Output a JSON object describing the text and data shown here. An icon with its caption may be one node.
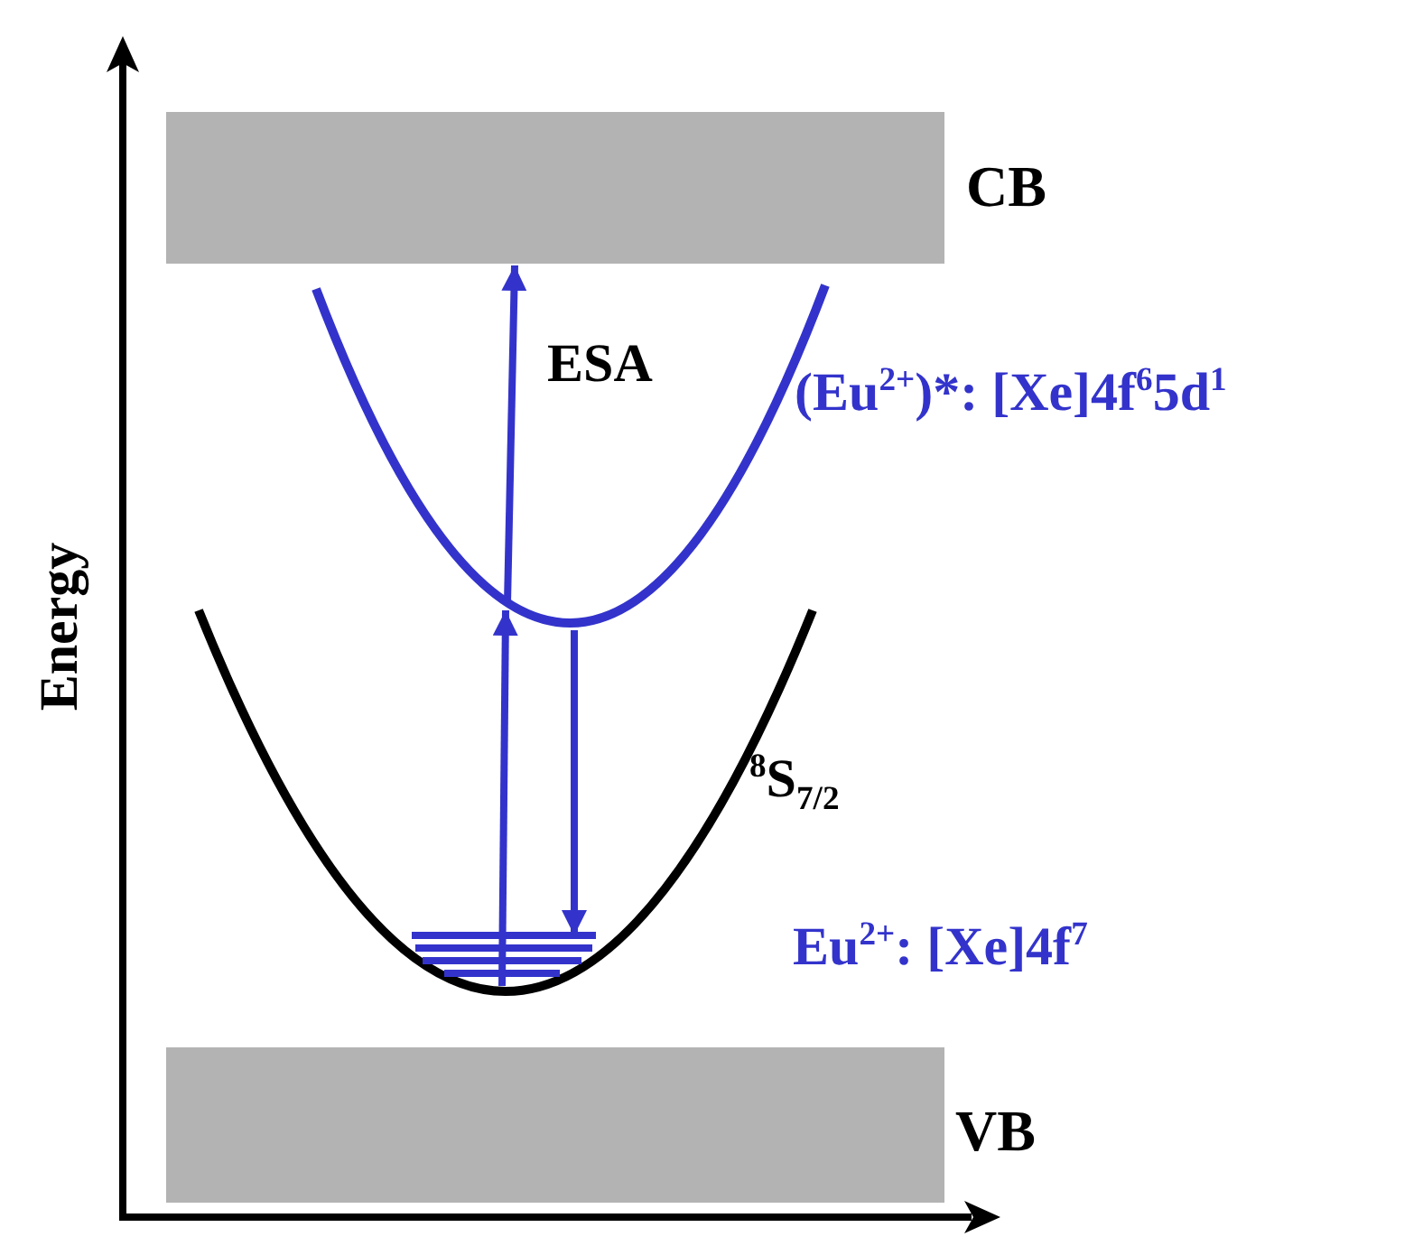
{
  "diagram": {
    "nodes": [
      {
        "text": [
          "CB"
        ]
      },
      {
        "text": [
          "(Eu$^{2+}$)*: [Xe]4f$^{6}$5d$^{1}$"
        ]
      },
      {
        "text": [
          "$^{8}$S$_{7/2}$",
          "Eu$^{2+}$: [Xe]4f$^{7}$"
        ]
      },
      {
        "text": [
          "VB"
        ]
      }
    ],
    "edges": [
      {
        "from": 2,
        "to": 1,
        "arrow": "to"
      },
      {
        "from": 1,
        "to": 0,
        "arrow": "to",
        "label": "ESA"
      },
      {
        "from": 1,
        "to": 2,
        "arrow": "to"
      }
    ],
    "labels": [
      "Energy"
    ]
  }
}
